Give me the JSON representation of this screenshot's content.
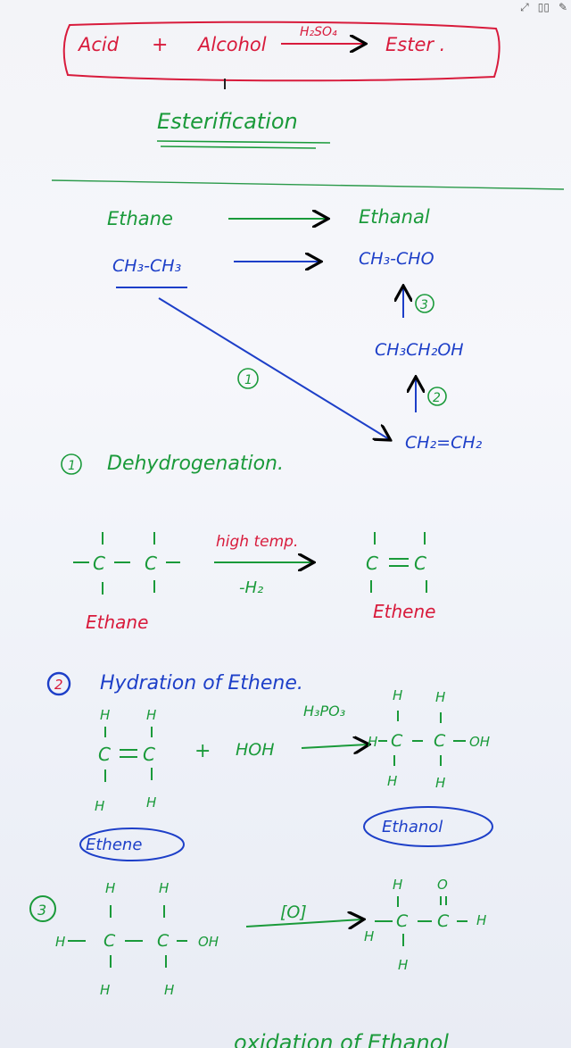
{
  "colors": {
    "red": "#d81b3c",
    "green": "#1a9a3a",
    "blue": "#1d3fc8",
    "ink_blue": "#1e40d0"
  },
  "icons": [
    "expand-icon",
    "book-icon",
    "pen-icon"
  ],
  "header": {
    "acid": "Acid",
    "plus": "+",
    "alcohol": "Alcohol",
    "catalyst": "H₂SO₄",
    "ester": "Ester .",
    "topic": "Esterification"
  },
  "scheme": {
    "ethane_word": "Ethane",
    "ethanal_word": "Ethanal",
    "ethane_formula": "CH₃-CH₃",
    "ethanal_formula": "CH₃-CHO",
    "ethanol_formula": "CH₃CH₂OH",
    "ethene_formula": "CH₂=CH₂",
    "step1": "1",
    "step2": "2",
    "step3": "3"
  },
  "section1": {
    "number": "1",
    "title": "Dehydrogenation.",
    "condition": "high temp.",
    "loss": "-H₂",
    "left_name": "Ethane",
    "right_name": "Ethene"
  },
  "section2": {
    "number": "2",
    "title": "Hydration of Ethene.",
    "catalyst": "H₃PO₃",
    "water": "HOH",
    "plus": "+",
    "left_name": "Ethene",
    "right_name": "Ethanol"
  },
  "section3": {
    "number": "3",
    "reagent": "[O]",
    "caption": "oxidation of Ethanol"
  }
}
